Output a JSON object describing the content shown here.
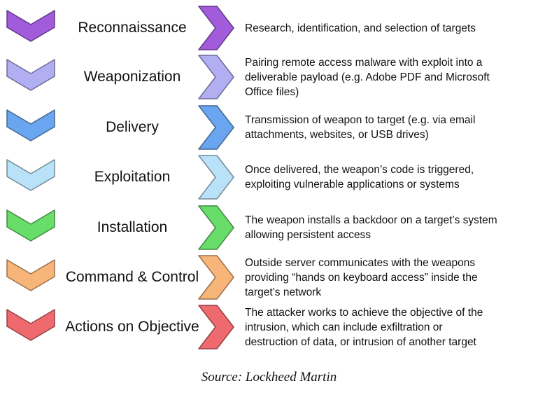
{
  "stages": [
    {
      "name": "Reconnaissance",
      "description": "Research, identification, and selection of targets",
      "color": "#a25cdb"
    },
    {
      "name": "Weaponization",
      "description": "Pairing remote access malware with exploit into a deliverable payload (e.g. Adobe PDF and Microsoft Office files)",
      "color": "#b2aef2"
    },
    {
      "name": "Delivery",
      "description": "Transmission of weapon to target (e.g. via email attachments, websites, or USB drives)",
      "color": "#6aa6ef"
    },
    {
      "name": "Exploitation",
      "description": "Once delivered, the weapon’s code is triggered, exploiting vulnerable applications or systems",
      "color": "#b9e1f7"
    },
    {
      "name": "Installation",
      "description": "The weapon installs a backdoor on a target’s system allowing persistent access",
      "color": "#69dd6a"
    },
    {
      "name": "Command & Control",
      "description": "Outside server communicates with the weapons providing “hands on keyboard access” inside the target’s network",
      "color": "#f8b57a"
    },
    {
      "name": "Actions on Objective",
      "description": "The attacker works to achieve the objective of the intrusion, which can include exfiltration or destruction of data, or intrusion of another target",
      "color": "#ef6a6e"
    }
  ],
  "source": "Source: Lockheed Martin"
}
